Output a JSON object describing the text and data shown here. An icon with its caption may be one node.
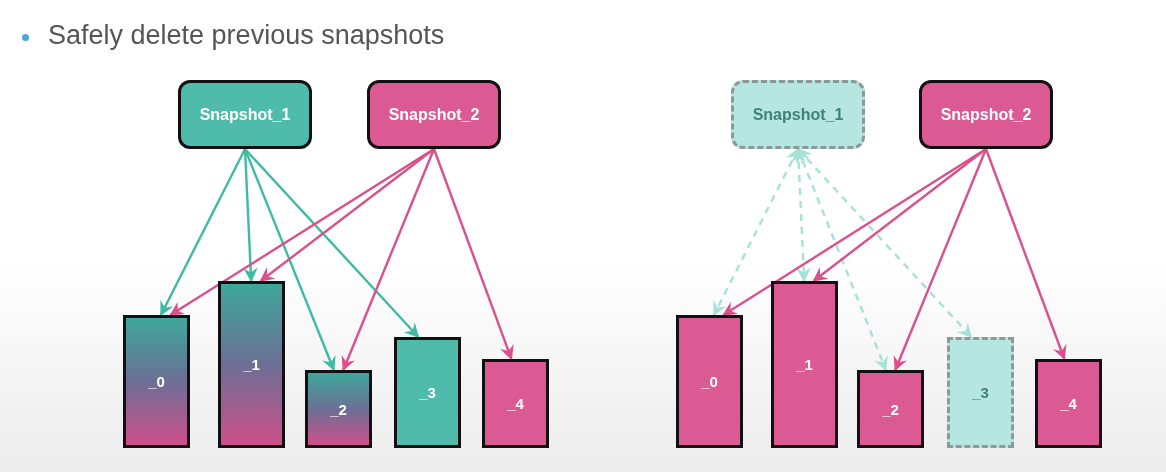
{
  "diagram": {
    "title": "Safely delete previous snapshots",
    "nodes": [
      {
        "text": [
          "Snapshot_1"
        ]
      },
      {
        "text": [
          "Snapshot_2"
        ]
      },
      {
        "text": [
          "_0"
        ]
      },
      {
        "text": [
          "_1"
        ]
      },
      {
        "text": [
          "_2"
        ]
      },
      {
        "text": [
          "_3"
        ]
      },
      {
        "text": [
          "_4"
        ]
      },
      {
        "text": [
          "Snapshot_1"
        ]
      },
      {
        "text": [
          "Snapshot_2"
        ]
      },
      {
        "text": [
          "_0"
        ]
      },
      {
        "text": [
          "_1"
        ]
      },
      {
        "text": [
          "_2"
        ]
      },
      {
        "text": [
          "_3"
        ]
      },
      {
        "text": [
          "_4"
        ]
      }
    ],
    "edges": [
      {
        "from": 0,
        "to": 2,
        "arrow": "to",
        "color": "#3fbaa3"
      },
      {
        "from": 0,
        "to": 3,
        "arrow": "to",
        "color": "#3fbaa3"
      },
      {
        "from": 0,
        "to": 4,
        "arrow": "to",
        "color": "#3fbaa3"
      },
      {
        "from": 0,
        "to": 5,
        "arrow": "to",
        "color": "#3fbaa3"
      },
      {
        "from": 1,
        "to": 2,
        "arrow": "to",
        "color": "#d9508c"
      },
      {
        "from": 1,
        "to": 3,
        "arrow": "to",
        "color": "#d9508c"
      },
      {
        "from": 1,
        "to": 4,
        "arrow": "to",
        "color": "#d9508c"
      },
      {
        "from": 1,
        "to": 6,
        "arrow": "to",
        "color": "#d9508c"
      },
      {
        "from": 7,
        "to": 9,
        "arrow": "both",
        "style": "dashed",
        "color": "#a6e2d5"
      },
      {
        "from": 7,
        "to": 10,
        "arrow": "both",
        "style": "dashed",
        "color": "#a6e2d5"
      },
      {
        "from": 7,
        "to": 11,
        "arrow": "both",
        "style": "dashed",
        "color": "#a6e2d5"
      },
      {
        "from": 7,
        "to": 12,
        "arrow": "both",
        "style": "dashed",
        "color": "#a6e2d5"
      },
      {
        "from": 8,
        "to": 9,
        "arrow": "to",
        "color": "#d9508c"
      },
      {
        "from": 8,
        "to": 10,
        "arrow": "to",
        "color": "#d9508c"
      },
      {
        "from": 8,
        "to": 11,
        "arrow": "to",
        "color": "#d9508c"
      },
      {
        "from": 8,
        "to": 13,
        "arrow": "to",
        "color": "#d9508c"
      }
    ]
  }
}
